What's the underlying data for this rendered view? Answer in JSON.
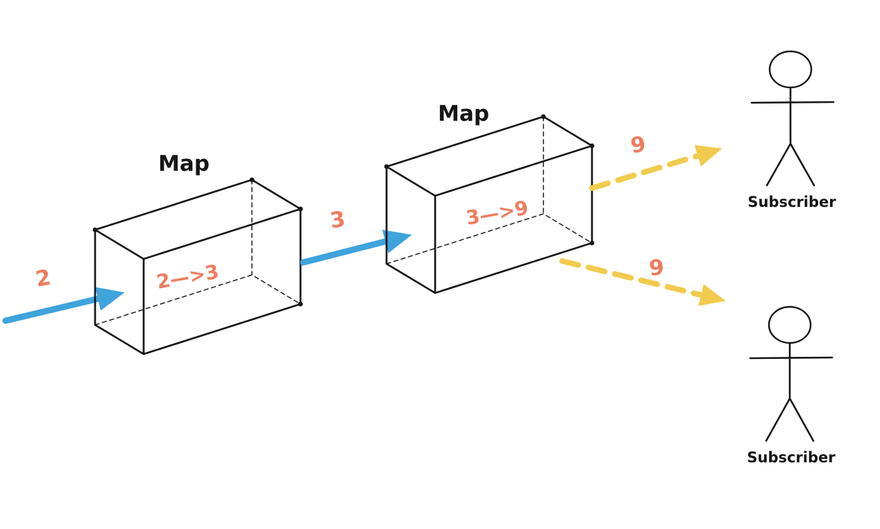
{
  "diagram": {
    "colors": {
      "stream_arrow": "#3fa3dc",
      "broadcast_arrow": "#f0cb4e",
      "value_text": "#ee7c5f",
      "line": "#161616",
      "background": "#ffffff"
    },
    "operators": [
      {
        "title": "Map",
        "transform": "2—>3"
      },
      {
        "title": "Map",
        "transform": "3—>9"
      }
    ],
    "values": {
      "input": "2",
      "intermediate": "3",
      "broadcast_top": "9",
      "broadcast_bottom": "9"
    },
    "subscribers": [
      {
        "label": "Subscriber"
      },
      {
        "label": "Subscriber"
      }
    ]
  }
}
